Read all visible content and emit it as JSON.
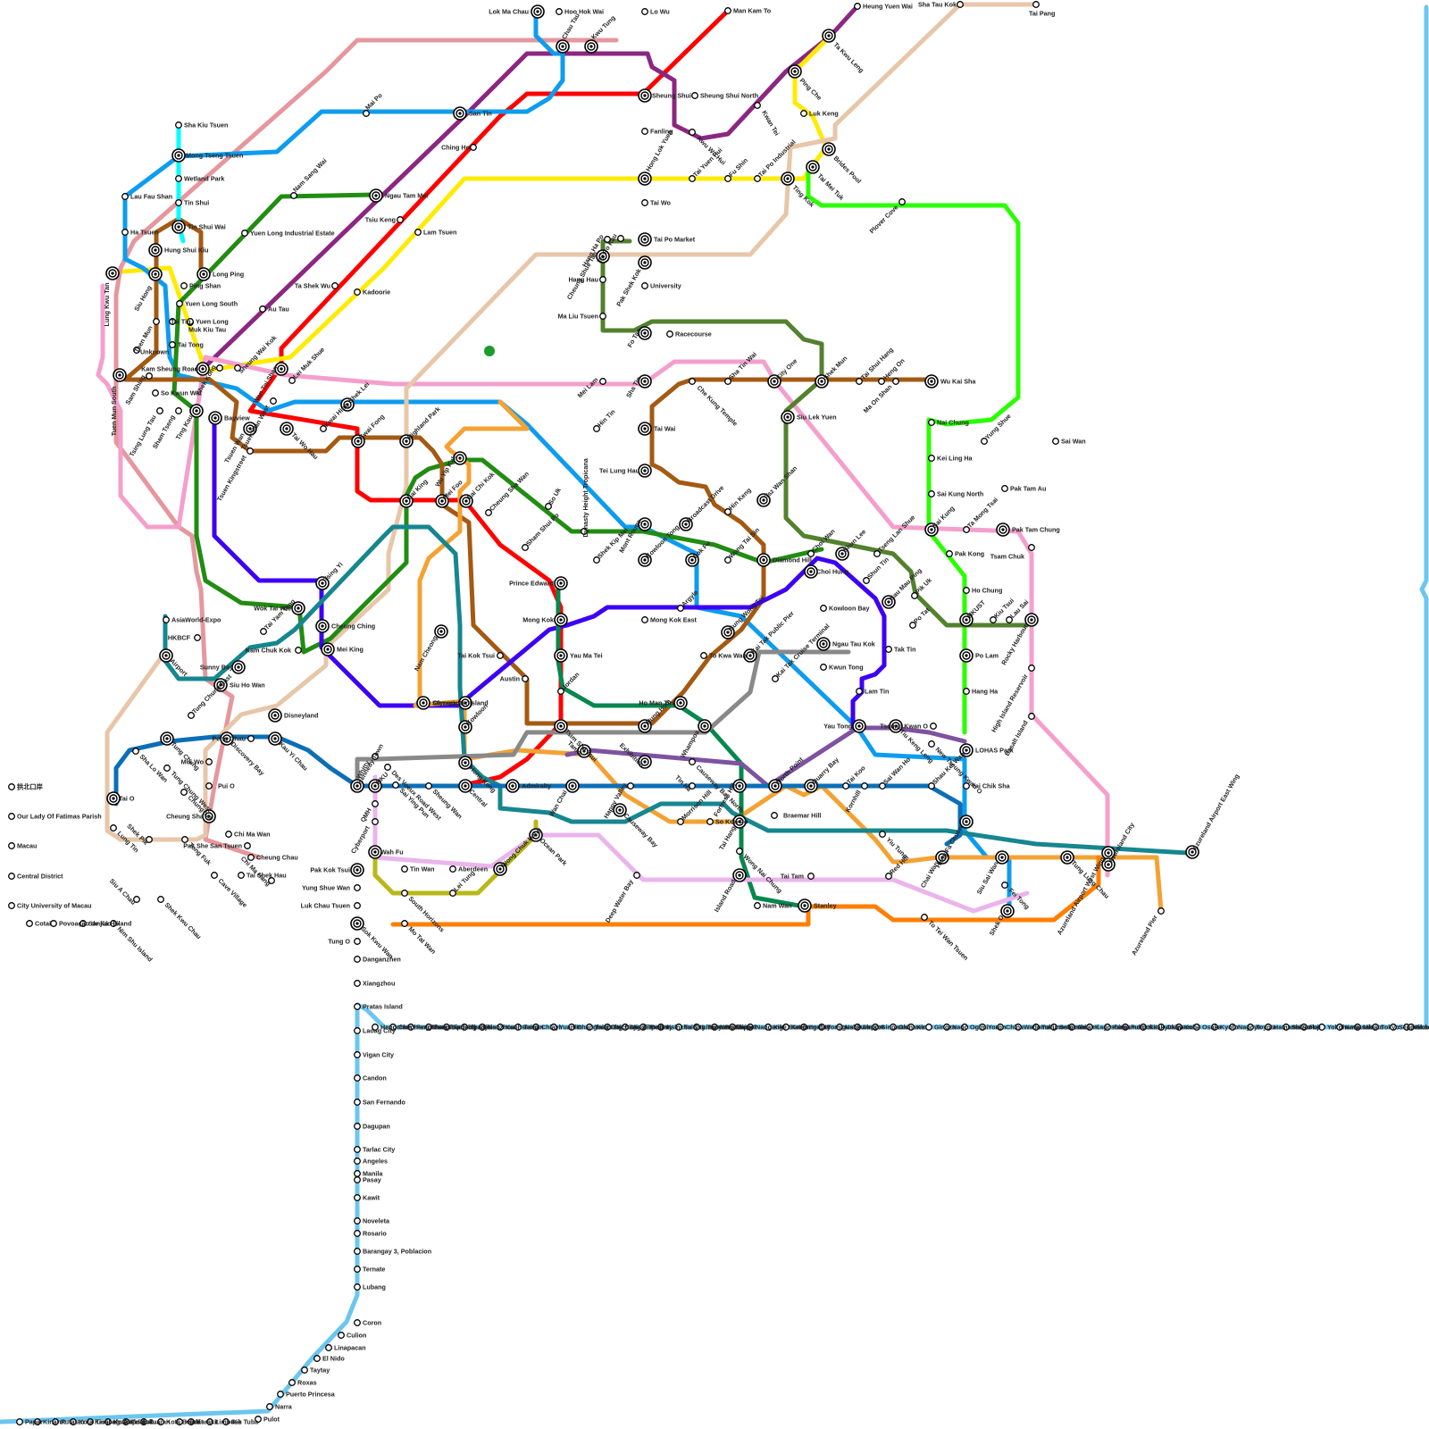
{
  "map": {
    "lines": [
      {
        "color": "#6CC6EF"
      },
      {
        "color": "#FF0000"
      },
      {
        "color": "#8B2781"
      },
      {
        "color": "#FFEB00"
      },
      {
        "color": "#E5979D"
      },
      {
        "color": "#F49FCC"
      },
      {
        "color": "#0D9CEE"
      },
      {
        "color": "#2AFF00"
      },
      {
        "color": "#E7C6A9"
      },
      {
        "color": "#218C12"
      },
      {
        "color": "#A45A12"
      },
      {
        "color": "#3D00F5"
      },
      {
        "color": "#F3A233"
      },
      {
        "color": "#16868F"
      },
      {
        "color": "#07874E"
      },
      {
        "color": "#53812E"
      },
      {
        "color": "#7E52A0"
      },
      {
        "color": "#898989"
      },
      {
        "color": "#0B6FB6"
      },
      {
        "color": "#EBB4EB"
      },
      {
        "color": "#B8B81A"
      },
      {
        "color": "#FF7F00"
      },
      {
        "color": "#00FFFF"
      }
    ],
    "stations": [
      {
        "name": "Lok Ma Chau"
      },
      {
        "name": "Hoo Hok Wai"
      },
      {
        "name": "Chau Tau"
      },
      {
        "name": "Kwu Tung"
      },
      {
        "name": "Lo Wu"
      },
      {
        "name": "Man Kam To"
      },
      {
        "name": "Heung Yuen Wai"
      },
      {
        "name": "Sha Tau Kok"
      },
      {
        "name": "Tai Pang"
      },
      {
        "name": "Ta Kwu Leng"
      },
      {
        "name": "Ping Che"
      },
      {
        "name": "Luk Keng"
      },
      {
        "name": "Sheung Shui"
      },
      {
        "name": "Sheung Shui North"
      },
      {
        "name": "Kwan Tei"
      },
      {
        "name": "Kwu Wo Hui"
      },
      {
        "name": "Fanling"
      },
      {
        "name": "Mai Po"
      },
      {
        "name": "San Tin"
      },
      {
        "name": "Ching Ho"
      },
      {
        "name": "Hong Lok Yuen"
      },
      {
        "name": "Tai Yuen Hui"
      },
      {
        "name": "Fu Shin"
      },
      {
        "name": "Tai Po Industrial"
      },
      {
        "name": "Ting Kok"
      },
      {
        "name": "Tai Mei Tuk"
      },
      {
        "name": "Brides Pool"
      },
      {
        "name": "Plover Cove"
      },
      {
        "name": "Sha Kiu Tsuen"
      },
      {
        "name": "Mong Tseng Tsuen"
      },
      {
        "name": "Wetland Park"
      },
      {
        "name": "Tin Shui"
      },
      {
        "name": "Tin Shui Wai"
      },
      {
        "name": "Lau Fau Shan"
      },
      {
        "name": "Ha Tsuen"
      },
      {
        "name": "Nam Sang Wai"
      },
      {
        "name": "Ngau Tam Mei"
      },
      {
        "name": "Tsiu Keng"
      },
      {
        "name": "Lam Tsuen"
      },
      {
        "name": "Yuen Long Industrial Estate"
      },
      {
        "name": "Tai Wo"
      },
      {
        "name": "Tai Po Market"
      },
      {
        "name": "Tai Po Kau"
      },
      {
        "name": "Hang Ha Po"
      },
      {
        "name": "Cheung Shue Tan"
      },
      {
        "name": "Hung Shui Kiu"
      },
      {
        "name": "Long Ping"
      },
      {
        "name": "Lung Kwu Tan"
      },
      {
        "name": "Siu Hong"
      },
      {
        "name": "Ping Shan"
      },
      {
        "name": "Yuen Long South"
      },
      {
        "name": "Tai Tin"
      },
      {
        "name": "Muk Kiu Tau"
      },
      {
        "name": "Yuen Long"
      },
      {
        "name": "Tai Tong"
      },
      {
        "name": "Tuen Mun"
      },
      {
        "name": "Unknown"
      },
      {
        "name": "Kadoorie"
      },
      {
        "name": "Ta Shek Wu"
      },
      {
        "name": "Au Tau"
      },
      {
        "name": "Hang Hau"
      },
      {
        "name": "Pak Shek Kok"
      },
      {
        "name": "University"
      },
      {
        "name": "Ma Liu Tsuen"
      },
      {
        "name": "Fo Tan"
      },
      {
        "name": "Racecourse"
      },
      {
        "name": "Kam Sheung Road"
      },
      {
        "name": "Shek Kong"
      },
      {
        "name": "Sheung Wai Kok"
      },
      {
        "name": "Wan Toi Shan"
      },
      {
        "name": "Lei Muk Shue"
      },
      {
        "name": "Tuen Mun South"
      },
      {
        "name": "Sam Shing"
      },
      {
        "name": "So Kwun Wat"
      },
      {
        "name": "Tsing Lung Tau"
      },
      {
        "name": "Sham Tseng"
      },
      {
        "name": "Ting Kau"
      },
      {
        "name": "Bayview"
      },
      {
        "name": "Mei Lam"
      },
      {
        "name": "Sha Tin"
      },
      {
        "name": "Sha Tin Wai"
      },
      {
        "name": "City One"
      },
      {
        "name": "Shek Mun"
      },
      {
        "name": "Tai Shui Hang"
      },
      {
        "name": "Heng On"
      },
      {
        "name": "Ma On Shan"
      },
      {
        "name": "Wu Kai Sha"
      },
      {
        "name": "Che Kung Temple"
      },
      {
        "name": "Siu Lek Yuen"
      },
      {
        "name": "Shek Lei"
      },
      {
        "name": "Kwai Hing"
      },
      {
        "name": "Kwai Fong"
      },
      {
        "name": "Highland Park"
      },
      {
        "name": "Tsuen Wan"
      },
      {
        "name": "Tai Wo Hau"
      },
      {
        "name": "Tsuen Wan West"
      },
      {
        "name": "Tsuen Kingstreet"
      },
      {
        "name": "Hin Tin"
      },
      {
        "name": "Tai Wai"
      },
      {
        "name": "Wu Yip Kuk"
      },
      {
        "name": "Tei Lung Hau"
      },
      {
        "name": "Lai King"
      },
      {
        "name": "Mei Foo"
      },
      {
        "name": "Lai Chi Kok"
      },
      {
        "name": "Cheung Sha Wan"
      },
      {
        "name": "So Uk"
      },
      {
        "name": "Dynasty Height Tropicana"
      },
      {
        "name": "Nai Chung"
      },
      {
        "name": "Kei Ling Ha"
      },
      {
        "name": "Sai Kung North"
      },
      {
        "name": "Yung Shue"
      },
      {
        "name": "Sai Wan"
      },
      {
        "name": "Pak Tam Au"
      },
      {
        "name": "Pak Tam Chung"
      },
      {
        "name": "Sai Kung"
      },
      {
        "name": "Ta Mong Tsai"
      },
      {
        "name": "Tsam Chuk"
      },
      {
        "name": "Pak Kong"
      },
      {
        "name": "Ho Chung"
      },
      {
        "name": "HKUST"
      },
      {
        "name": "Kiu Tsui"
      },
      {
        "name": "Lau Sai"
      },
      {
        "name": "Po Lam"
      },
      {
        "name": "High Island Reservoir"
      },
      {
        "name": "Rocky Harbour"
      },
      {
        "name": "Hang Ha"
      },
      {
        "name": "Tseung Kwan O"
      },
      {
        "name": "LOHAS Park"
      },
      {
        "name": "Basalt Island"
      },
      {
        "name": "Tai Chik Sha"
      },
      {
        "name": "Mont Rouge"
      },
      {
        "name": "Kowloon Tong"
      },
      {
        "name": "Hin Keng"
      },
      {
        "name": "Broadcast Drive"
      },
      {
        "name": "Tsz Wan Shan"
      },
      {
        "name": "Wong Tai Sin"
      },
      {
        "name": "Diamond Hill"
      },
      {
        "name": "Lok Fu"
      },
      {
        "name": "Shek Kip Mei"
      },
      {
        "name": "Sham Shui Po"
      },
      {
        "name": "Prince Edward"
      },
      {
        "name": "Mong Kok"
      },
      {
        "name": "Mong Kok East"
      },
      {
        "name": "Argyle"
      },
      {
        "name": "Choi Hung"
      },
      {
        "name": "Choi Wan"
      },
      {
        "name": "Shun Lee"
      },
      {
        "name": "Tseng Lan Shue"
      },
      {
        "name": "Shun Tin"
      },
      {
        "name": "Sau Mau Ping"
      },
      {
        "name": "Pik Uk"
      },
      {
        "name": "Po Tat"
      },
      {
        "name": "Kowloon Bay"
      },
      {
        "name": "Ngau Tau Kok"
      },
      {
        "name": "Kwun Tong"
      },
      {
        "name": "Lam Tin"
      },
      {
        "name": "Tak Tin"
      },
      {
        "name": "Yau Tong"
      },
      {
        "name": "Tiu Keng Leng"
      },
      {
        "name": "New Tseung Kwan O"
      },
      {
        "name": "Sung Wong Toi"
      },
      {
        "name": "Kai Tak Public Pier"
      },
      {
        "name": "To Kwa Wan"
      },
      {
        "name": "Kai Tak Cruise Terminal"
      },
      {
        "name": "Tsing Yi"
      },
      {
        "name": "Wok Tai Wan"
      },
      {
        "name": "Cheung Ching"
      },
      {
        "name": "Mei King"
      },
      {
        "name": "AsiaWorld-Expo"
      },
      {
        "name": "Airport"
      },
      {
        "name": "HKBCF"
      },
      {
        "name": "Tai Yam Teng"
      },
      {
        "name": "Kam Chuk Kok"
      },
      {
        "name": "Nam Cheong"
      },
      {
        "name": "Stonecutter Island"
      },
      {
        "name": "Olympic"
      },
      {
        "name": "Tai Kok Tsui"
      },
      {
        "name": "Yau Ma Tei"
      },
      {
        "name": "Austin"
      },
      {
        "name": "Jordan"
      },
      {
        "name": "Tsim Sha Tsui"
      },
      {
        "name": "Ho Man Tin"
      },
      {
        "name": "Whampoa"
      },
      {
        "name": "Kowloon"
      },
      {
        "name": "Hung Hom"
      },
      {
        "name": "Exhibition"
      },
      {
        "name": "Causeway Bay North"
      },
      {
        "name": "Des Voeux Road West"
      },
      {
        "name": "Sunny Bay"
      },
      {
        "name": "Siu Ho Wan"
      },
      {
        "name": "Tung Chung East"
      },
      {
        "name": "Disneyland"
      },
      {
        "name": "Sha Lo Wan"
      },
      {
        "name": "Tung Chung"
      },
      {
        "name": "Discovery Bay"
      },
      {
        "name": "Peng Chau"
      },
      {
        "name": "Kau Yi Chau"
      },
      {
        "name": "Tung Chung West"
      },
      {
        "name": "Mui Wo"
      },
      {
        "name": "Pui O"
      },
      {
        "name": "Tai O"
      },
      {
        "name": "Chung Yat"
      },
      {
        "name": "Cheung Sha"
      },
      {
        "name": "Lung Tin"
      },
      {
        "name": "Chi Ma Wan"
      },
      {
        "name": "Tong Fuk"
      },
      {
        "name": "Shek Pik"
      },
      {
        "name": "Pak She San Tsuen"
      },
      {
        "name": "Cheung Chau"
      },
      {
        "name": "Tai Shek Hau"
      },
      {
        "name": "Chi Ma Hang"
      },
      {
        "name": "Cave Village"
      },
      {
        "name": "Siu A Chau"
      },
      {
        "name": "Shek Kwu Chau"
      },
      {
        "name": "Nim Shu Island"
      },
      {
        "name": "Whitty"
      },
      {
        "name": "Sai Ying Pun"
      },
      {
        "name": "Sheung Wan"
      },
      {
        "name": "Kennedy Town"
      },
      {
        "name": "HKU"
      },
      {
        "name": "QMH"
      },
      {
        "name": "Cyberport"
      },
      {
        "name": "Wah Fu"
      },
      {
        "name": "Tin Wan"
      },
      {
        "name": "Aberdeen"
      },
      {
        "name": "Wong Chuk Hang"
      },
      {
        "name": "Lei Tung"
      },
      {
        "name": "South Horizons"
      },
      {
        "name": "Ocean Park"
      },
      {
        "name": "Hong Kong"
      },
      {
        "name": "Central"
      },
      {
        "name": "Admiralty"
      },
      {
        "name": "Wan Chai"
      },
      {
        "name": "Tamar"
      },
      {
        "name": "Causeway Bay"
      },
      {
        "name": "Happy Valley"
      },
      {
        "name": "Tin Ha"
      },
      {
        "name": "Fortress Hill"
      },
      {
        "name": "North Point"
      },
      {
        "name": "Quarry Bay"
      },
      {
        "name": "Tai Koo"
      },
      {
        "name": "Kornhill"
      },
      {
        "name": "Sai Wan Ho"
      },
      {
        "name": "Shau Kei Wan"
      },
      {
        "name": "Heng Fa Chuen"
      },
      {
        "name": "Chai Wan"
      },
      {
        "name": "Siu Sai Wan"
      },
      {
        "name": "Braemar Hill"
      },
      {
        "name": "Tai Hang"
      },
      {
        "name": "Morrison Hill"
      },
      {
        "name": "So Kon Po"
      },
      {
        "name": "Wong Nai Chung"
      },
      {
        "name": "Island Road"
      },
      {
        "name": "Nam Wan"
      },
      {
        "name": "Stanley"
      },
      {
        "name": "Tai Tam"
      },
      {
        "name": "Red Hill"
      },
      {
        "name": "Yiu Tung"
      },
      {
        "name": "Deep Water Bay"
      },
      {
        "name": "Fei Tong"
      },
      {
        "name": "Shek O"
      },
      {
        "name": "Tung Lung Chau"
      },
      {
        "name": "To Tei Wan Tsuen"
      },
      {
        "name": "Azureland Airport West Wing"
      },
      {
        "name": "Azureland Airport East Wing"
      },
      {
        "name": "Azureland City"
      },
      {
        "name": "Azureland Pier"
      },
      {
        "name": "Pak Kok Tsui"
      },
      {
        "name": "Yung Shue Wan"
      },
      {
        "name": "Luk Chau Tsuen"
      },
      {
        "name": "Sok Kwu Wan"
      },
      {
        "name": "Mo Tat Wan"
      },
      {
        "name": "Tung O"
      },
      {
        "name": "Danganzhen"
      },
      {
        "name": "Xiangzhou"
      },
      {
        "name": "Pratas Island"
      },
      {
        "name": "Laoag City"
      },
      {
        "name": "Vigan City"
      },
      {
        "name": "Candon"
      },
      {
        "name": "San Fernando"
      },
      {
        "name": "Dagupan"
      },
      {
        "name": "Tarlac City"
      },
      {
        "name": "Angeles"
      },
      {
        "name": "Manila"
      },
      {
        "name": "Pasay"
      },
      {
        "name": "Kawit"
      },
      {
        "name": "Noveleta"
      },
      {
        "name": "Rosario"
      },
      {
        "name": "Barangay 3, Poblacion"
      },
      {
        "name": "Ternate"
      },
      {
        "name": "Lubang"
      },
      {
        "name": "Coron"
      },
      {
        "name": "Culion"
      },
      {
        "name": "Linapacan"
      },
      {
        "name": "El Nido"
      },
      {
        "name": "Taytay"
      },
      {
        "name": "Roxas"
      },
      {
        "name": "Puerto Princesa"
      },
      {
        "name": "Narra"
      },
      {
        "name": "Pulot"
      },
      {
        "name": "Rio Tuba"
      },
      {
        "name": "Limbuak"
      },
      {
        "name": "Karakit"
      },
      {
        "name": "Kudat"
      },
      {
        "name": "Kota Belud"
      },
      {
        "name": "Tuaran"
      },
      {
        "name": "Telipok"
      },
      {
        "name": "Kota Kinabalu"
      },
      {
        "name": "Tanjong Aru"
      },
      {
        "name": "Kota Kinabalu Airport"
      },
      {
        "name": "Putatan"
      },
      {
        "name": "Kinarut"
      },
      {
        "name": "Papar"
      },
      {
        "name": "Hengchun"
      },
      {
        "name": "Checheng Township"
      },
      {
        "name": "Fangshan Township"
      },
      {
        "name": "Fang Liao"
      },
      {
        "name": "Jiadong Station"
      },
      {
        "name": "Zhaojin"
      },
      {
        "name": "Nanzhou"
      },
      {
        "name": "Kaohsiung"
      },
      {
        "name": "Tainan"
      },
      {
        "name": "Chiayi"
      },
      {
        "name": "Yuanlin"
      },
      {
        "name": "Changhua City"
      },
      {
        "name": "Taichung City"
      },
      {
        "name": "Taichung Airport"
      },
      {
        "name": "Miaoli County"
      },
      {
        "name": "Toufen"
      },
      {
        "name": "Hsinchu City"
      },
      {
        "name": "Taiwan Taoyuan Airport"
      },
      {
        "name": "Linkou Station"
      },
      {
        "name": "New Taipei"
      },
      {
        "name": "Taipei"
      },
      {
        "name": "Nangang"
      },
      {
        "name": "Xike Station"
      },
      {
        "name": "Keelung City"
      },
      {
        "name": "Itoman"
      },
      {
        "name": "Tomigusuku"
      },
      {
        "name": "Naha Airport"
      },
      {
        "name": "Urasoe"
      },
      {
        "name": "Ginowan"
      },
      {
        "name": "Okinawa"
      },
      {
        "name": "Kin"
      },
      {
        "name": "Ginoza"
      },
      {
        "name": "Nago"
      },
      {
        "name": "Ogimi"
      },
      {
        "name": "Yoron"
      },
      {
        "name": "China"
      },
      {
        "name": "Wadomari"
      },
      {
        "name": "Tokunoshima"
      },
      {
        "name": "Setouchi"
      },
      {
        "name": "Amami"
      },
      {
        "name": "Kagoshima"
      },
      {
        "name": "Kumamoto"
      },
      {
        "name": "Fukuoka"
      },
      {
        "name": "Kitakyushu"
      },
      {
        "name": "Okayama"
      },
      {
        "name": "Kobe"
      },
      {
        "name": "Osaka"
      },
      {
        "name": "Kyoto"
      },
      {
        "name": "Nagoya"
      },
      {
        "name": "Toyota"
      },
      {
        "name": "Hamamatsu"
      },
      {
        "name": "Shizuoka"
      },
      {
        "name": "Fuji"
      },
      {
        "name": "Yokohama"
      },
      {
        "name": "Kawasaki"
      },
      {
        "name": "Minato"
      },
      {
        "name": "Tokyo"
      },
      {
        "name": "Sendai"
      },
      {
        "name": "Hakodate"
      },
      {
        "name": "Noboribetsu"
      },
      {
        "name": "拱北口岸"
      },
      {
        "name": "Our Lady Of Fatimas Parish"
      },
      {
        "name": "Macau"
      },
      {
        "name": "Central District"
      },
      {
        "name": "City University of Macau"
      },
      {
        "name": "Cotai"
      },
      {
        "name": "Povoação de Ká Hó"
      },
      {
        "name": "Sanjiao Island"
      }
    ]
  }
}
